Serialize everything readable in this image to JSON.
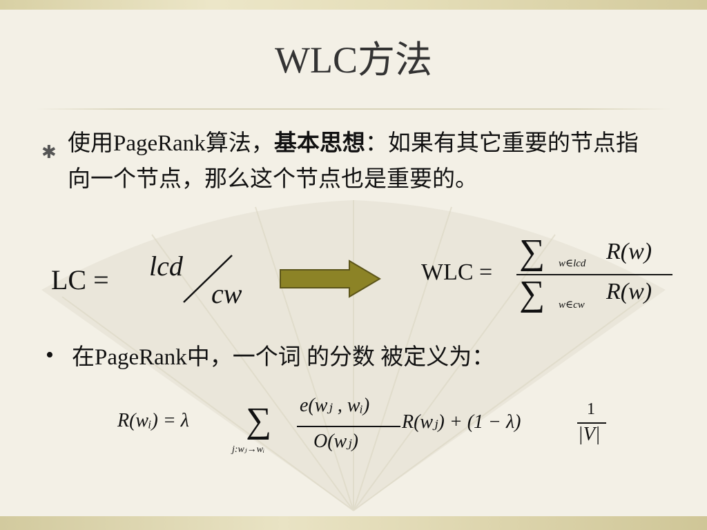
{
  "slide": {
    "title": "WLC方法",
    "bullet1_icon": "asterisk-icon",
    "bullet1_text_a": "使用PageRank算法，",
    "bullet1_text_bold": "基本思想",
    "bullet1_text_b": "：如果有其它重要的节点指向一个节点，那么这个节点也是重要的。",
    "bullet2_icon": "dot-icon",
    "bullet2_text": "在PageRank中，一个词 的分数 被定义为："
  },
  "formulas": {
    "lc_lhs": "LC =",
    "lc_num": "lcd",
    "lc_den": "cw",
    "wlc_lhs": "WLC =",
    "sum_symbol": "∑",
    "wlc_top_sub": "w∈lcd",
    "wlc_top_term": "R(w)",
    "wlc_bot_sub": "w∈cw",
    "wlc_bot_term": "R(w)",
    "pr_lhs": "R(wᵢ) = λ",
    "pr_sum_sub": "j:wⱼ→wᵢ",
    "pr_num": "e(wⱼ , wᵢ)",
    "pr_den": "O(wⱼ)",
    "pr_rest": "R(wⱼ) + (1 − λ)",
    "pr_one": "1",
    "pr_v": "|V|"
  },
  "colors": {
    "arrow_fill": "#8c8326",
    "arrow_stroke": "#5c551a",
    "band": "#ddd5ad"
  }
}
